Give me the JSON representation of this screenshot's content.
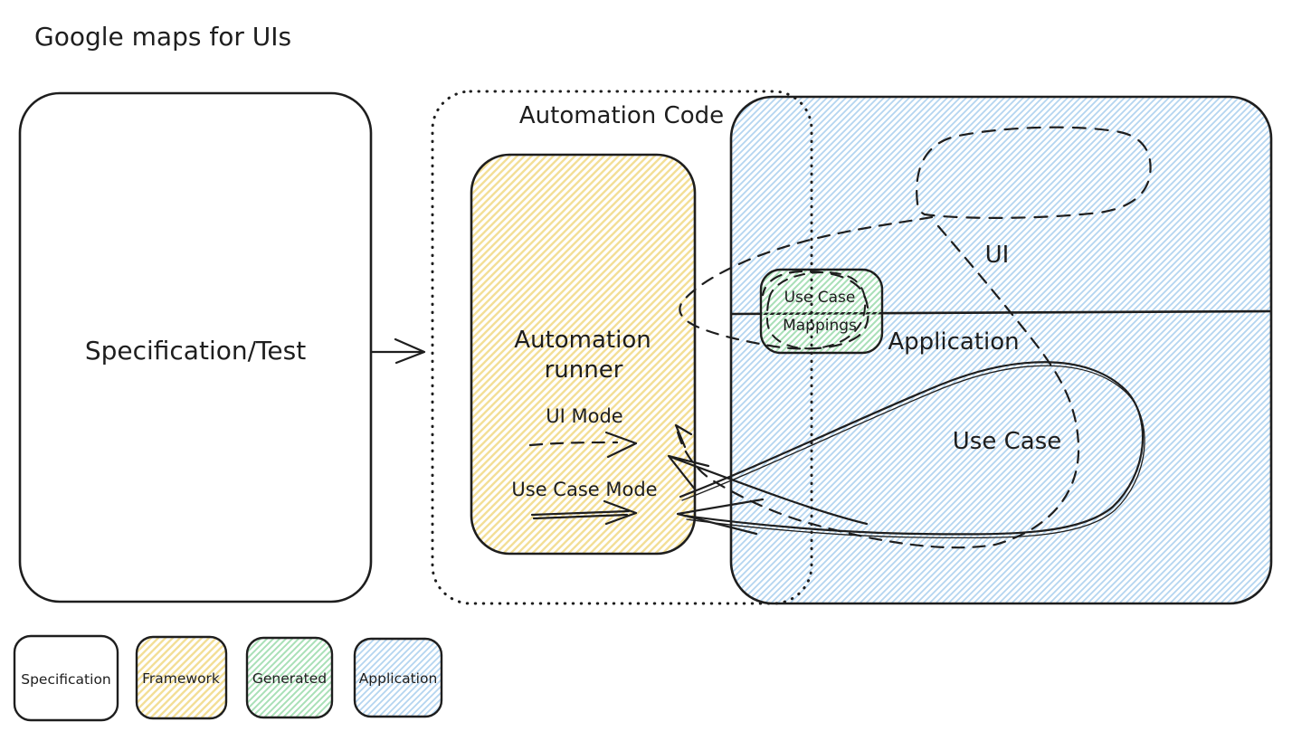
{
  "title": "Google maps for UIs",
  "diagram": {
    "specification_box": {
      "label": "Specification/Test"
    },
    "automation_code_box": {
      "label": "Automation Code"
    },
    "automation_runner": {
      "title_line1": "Automation",
      "title_line2": "runner",
      "ui_mode_label": "UI Mode",
      "use_case_mode_label": "Use Case Mode"
    },
    "application_box": {
      "ui_label": "UI",
      "application_label": "Application",
      "use_case_label": "Use Case"
    },
    "use_case_mappings": {
      "line1": "Use Case",
      "line2": "Mappings"
    }
  },
  "legend": {
    "items": [
      {
        "label": "Specification",
        "fill": "white"
      },
      {
        "label": "Framework",
        "fill": "yellow-hatch"
      },
      {
        "label": "Generated",
        "fill": "green-hatch"
      },
      {
        "label": "Application",
        "fill": "blue-hatch"
      }
    ]
  },
  "colors": {
    "ink": "#1e1e1e",
    "framework_hatch": "#f3df97",
    "application_hatch": "#b4d5f0",
    "generated_hatch": "#a9e0b7"
  }
}
